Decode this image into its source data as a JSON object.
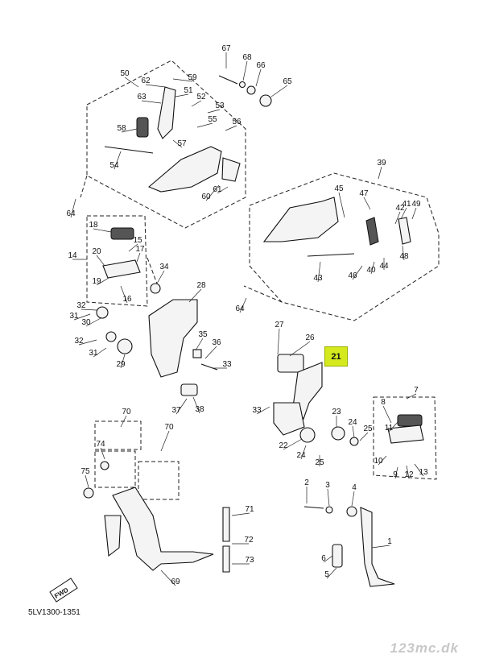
{
  "diagram": {
    "document_code": "5LV1300-1351",
    "watermark": "123mc.dk",
    "direction_badge": "FWD",
    "highlighted_part": "21",
    "callouts": [
      "1",
      "2",
      "3",
      "4",
      "5",
      "6",
      "7",
      "8",
      "9",
      "10",
      "11",
      "12",
      "13",
      "14",
      "15",
      "16",
      "17",
      "18",
      "19",
      "20",
      "22",
      "23",
      "24",
      "24",
      "25",
      "25",
      "26",
      "27",
      "28",
      "29",
      "30",
      "31",
      "31",
      "32",
      "32",
      "33",
      "33",
      "34",
      "35",
      "36",
      "37",
      "38",
      "39",
      "40",
      "41",
      "42",
      "43",
      "44",
      "45",
      "46",
      "47",
      "48",
      "49",
      "50",
      "51",
      "52",
      "53",
      "54",
      "55",
      "56",
      "57",
      "58",
      "59",
      "60",
      "61",
      "62",
      "63",
      "64",
      "64",
      "65",
      "66",
      "67",
      "68",
      "69",
      "70",
      "70",
      "71",
      "72",
      "73",
      "74",
      "75"
    ]
  }
}
